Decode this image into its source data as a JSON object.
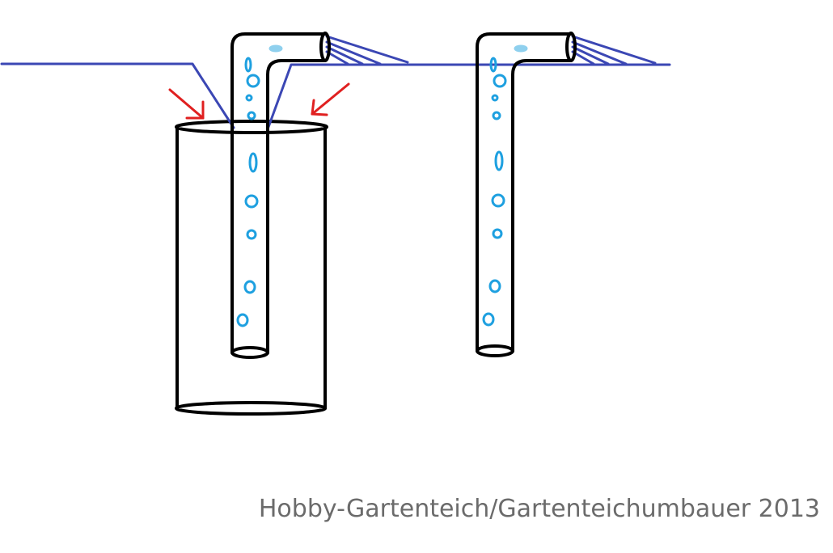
{
  "caption": "Hobby-Gartenteich/Gartenteichumbauer 2013",
  "colors": {
    "outline": "#000000",
    "water_line": "#3b47b4",
    "bubble": "#1ea0e0",
    "arrow": "#e02020",
    "caption": "#6b6b6b"
  },
  "icons": [
    "water-surface-line",
    "pipe-outline",
    "air-bubble",
    "inflow-arrow",
    "outer-cylinder"
  ]
}
